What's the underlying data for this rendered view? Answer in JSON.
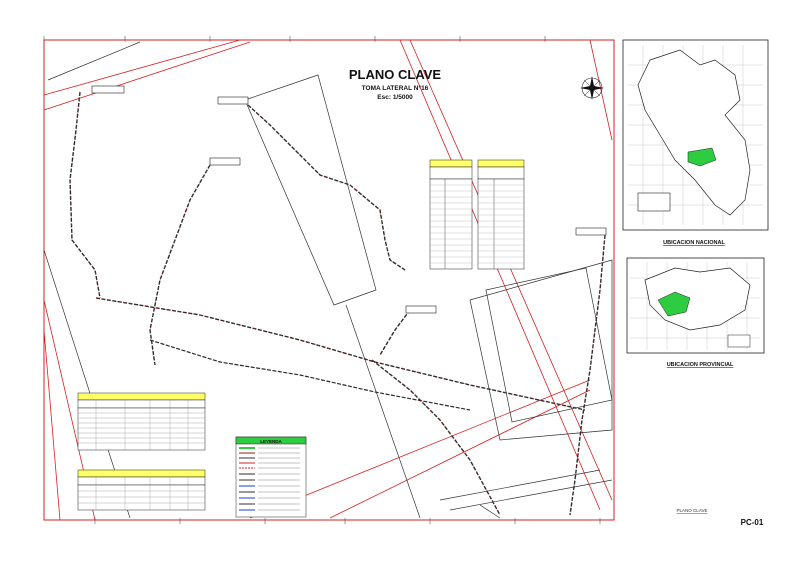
{
  "title": {
    "main": "PLANO CLAVE",
    "sub1": "TOMA LATERAL N°16",
    "sub2": "Esc: 1/5000"
  },
  "inset_labels": {
    "national": "UBICACION NACIONAL",
    "provincial": "UBICACION PROVINCIAL"
  },
  "legend_title": "LEYENDA",
  "footer": {
    "caption": "PLANO CLAVE",
    "sheet_code": "PC-01"
  },
  "colors": {
    "frame": "#d62020",
    "road": "#8b1a1a",
    "route": "#222222",
    "highlight": "#2ecc40",
    "header_yellow": "#ffff66"
  }
}
